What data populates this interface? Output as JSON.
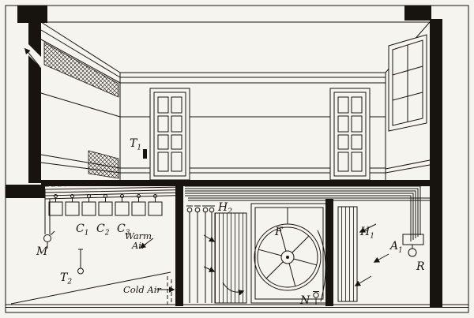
{
  "figure": {
    "colors": {
      "ink": "#17140f",
      "paper": "#f6f4ef"
    }
  },
  "labels": {
    "t1": {
      "base": "T",
      "sub": "1"
    },
    "t2": {
      "base": "T",
      "sub": "2"
    },
    "c1": {
      "base": "C",
      "sub": "1"
    },
    "c2": {
      "base": "C",
      "sub": "2"
    },
    "c3": {
      "base": "C",
      "sub": "3"
    },
    "m": {
      "base": "M",
      "sub": ""
    },
    "h2": {
      "base": "H",
      "sub": "2"
    },
    "f": {
      "base": "F",
      "sub": ""
    },
    "h1": {
      "base": "H",
      "sub": "1"
    },
    "a1": {
      "base": "A",
      "sub": "1"
    },
    "r": {
      "base": "R",
      "sub": ""
    },
    "n": {
      "base": "N",
      "sub": ""
    }
  },
  "annotations": {
    "warm_air_line1": "Warm",
    "warm_air_line2": "Air",
    "cold_air": "Cold Air"
  }
}
